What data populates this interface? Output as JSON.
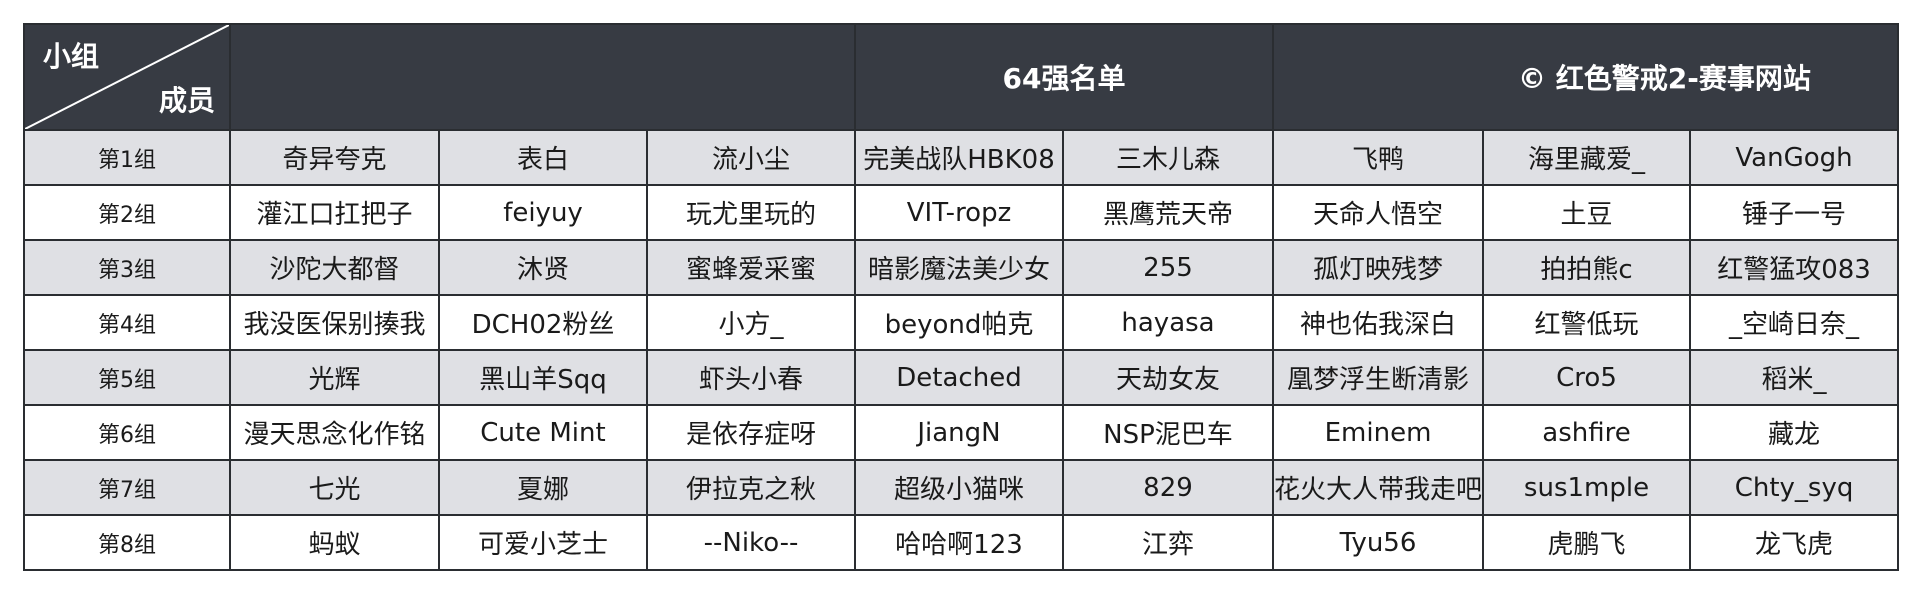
{
  "header": {
    "corner_top": "小组",
    "corner_bottom": "成员",
    "title": "64强名单",
    "copyright": "© 红色警戒2-赛事网站"
  },
  "colors": {
    "header_bg": "#373b43",
    "odd_row_bg": "#dfe0e4",
    "even_row_bg": "#ffffff",
    "border": "#2a2d31"
  },
  "groups": [
    {
      "label": "第1组",
      "members": [
        "奇异夸克",
        "表白",
        "流小尘",
        "完美战队HBK08",
        "三木儿森",
        "飞鸭",
        "海里藏爱_",
        "VanGogh"
      ]
    },
    {
      "label": "第2组",
      "members": [
        "灌江口扛把子",
        "feiyuy",
        "玩尤里玩的",
        "VIT-ropz",
        "黑鹰荒天帝",
        "天命人悟空",
        "土豆",
        "锤子一号"
      ]
    },
    {
      "label": "第3组",
      "members": [
        "沙陀大都督",
        "沐贤",
        "蜜蜂爱采蜜",
        "暗影魔法美少女",
        "255",
        "孤灯映残梦",
        "拍拍熊c",
        "红警猛攻083"
      ]
    },
    {
      "label": "第4组",
      "members": [
        "我没医保别揍我",
        "DCH02粉丝",
        "小方_",
        "beyond帕克",
        "hayasa",
        "神也佑我深白",
        "红警低玩",
        "_空崎日奈_"
      ]
    },
    {
      "label": "第5组",
      "members": [
        "光辉",
        "黑山羊Sqq",
        "虾头小春",
        "Detached",
        "天劫女友",
        "凰梦浮生断清影",
        "Cro5",
        "稻米_"
      ]
    },
    {
      "label": "第6组",
      "members": [
        "漫天思念化作铭",
        "Cute Mint",
        "是依存症呀",
        "JiangN",
        "NSP泥巴车",
        "Eminem",
        "ashfire",
        "藏龙"
      ]
    },
    {
      "label": "第7组",
      "members": [
        "七光",
        "夏娜",
        "伊拉克之秋",
        "超级小猫咪",
        "829",
        "花火大人带我走吧",
        "sus1mple",
        "Chty_syq"
      ]
    },
    {
      "label": "第8组",
      "members": [
        "蚂蚁",
        "可爱小芝士",
        "--Niko--",
        "哈哈啊123",
        "江弈",
        "Tyu56",
        "虎鹏飞",
        "龙飞虎"
      ]
    }
  ]
}
